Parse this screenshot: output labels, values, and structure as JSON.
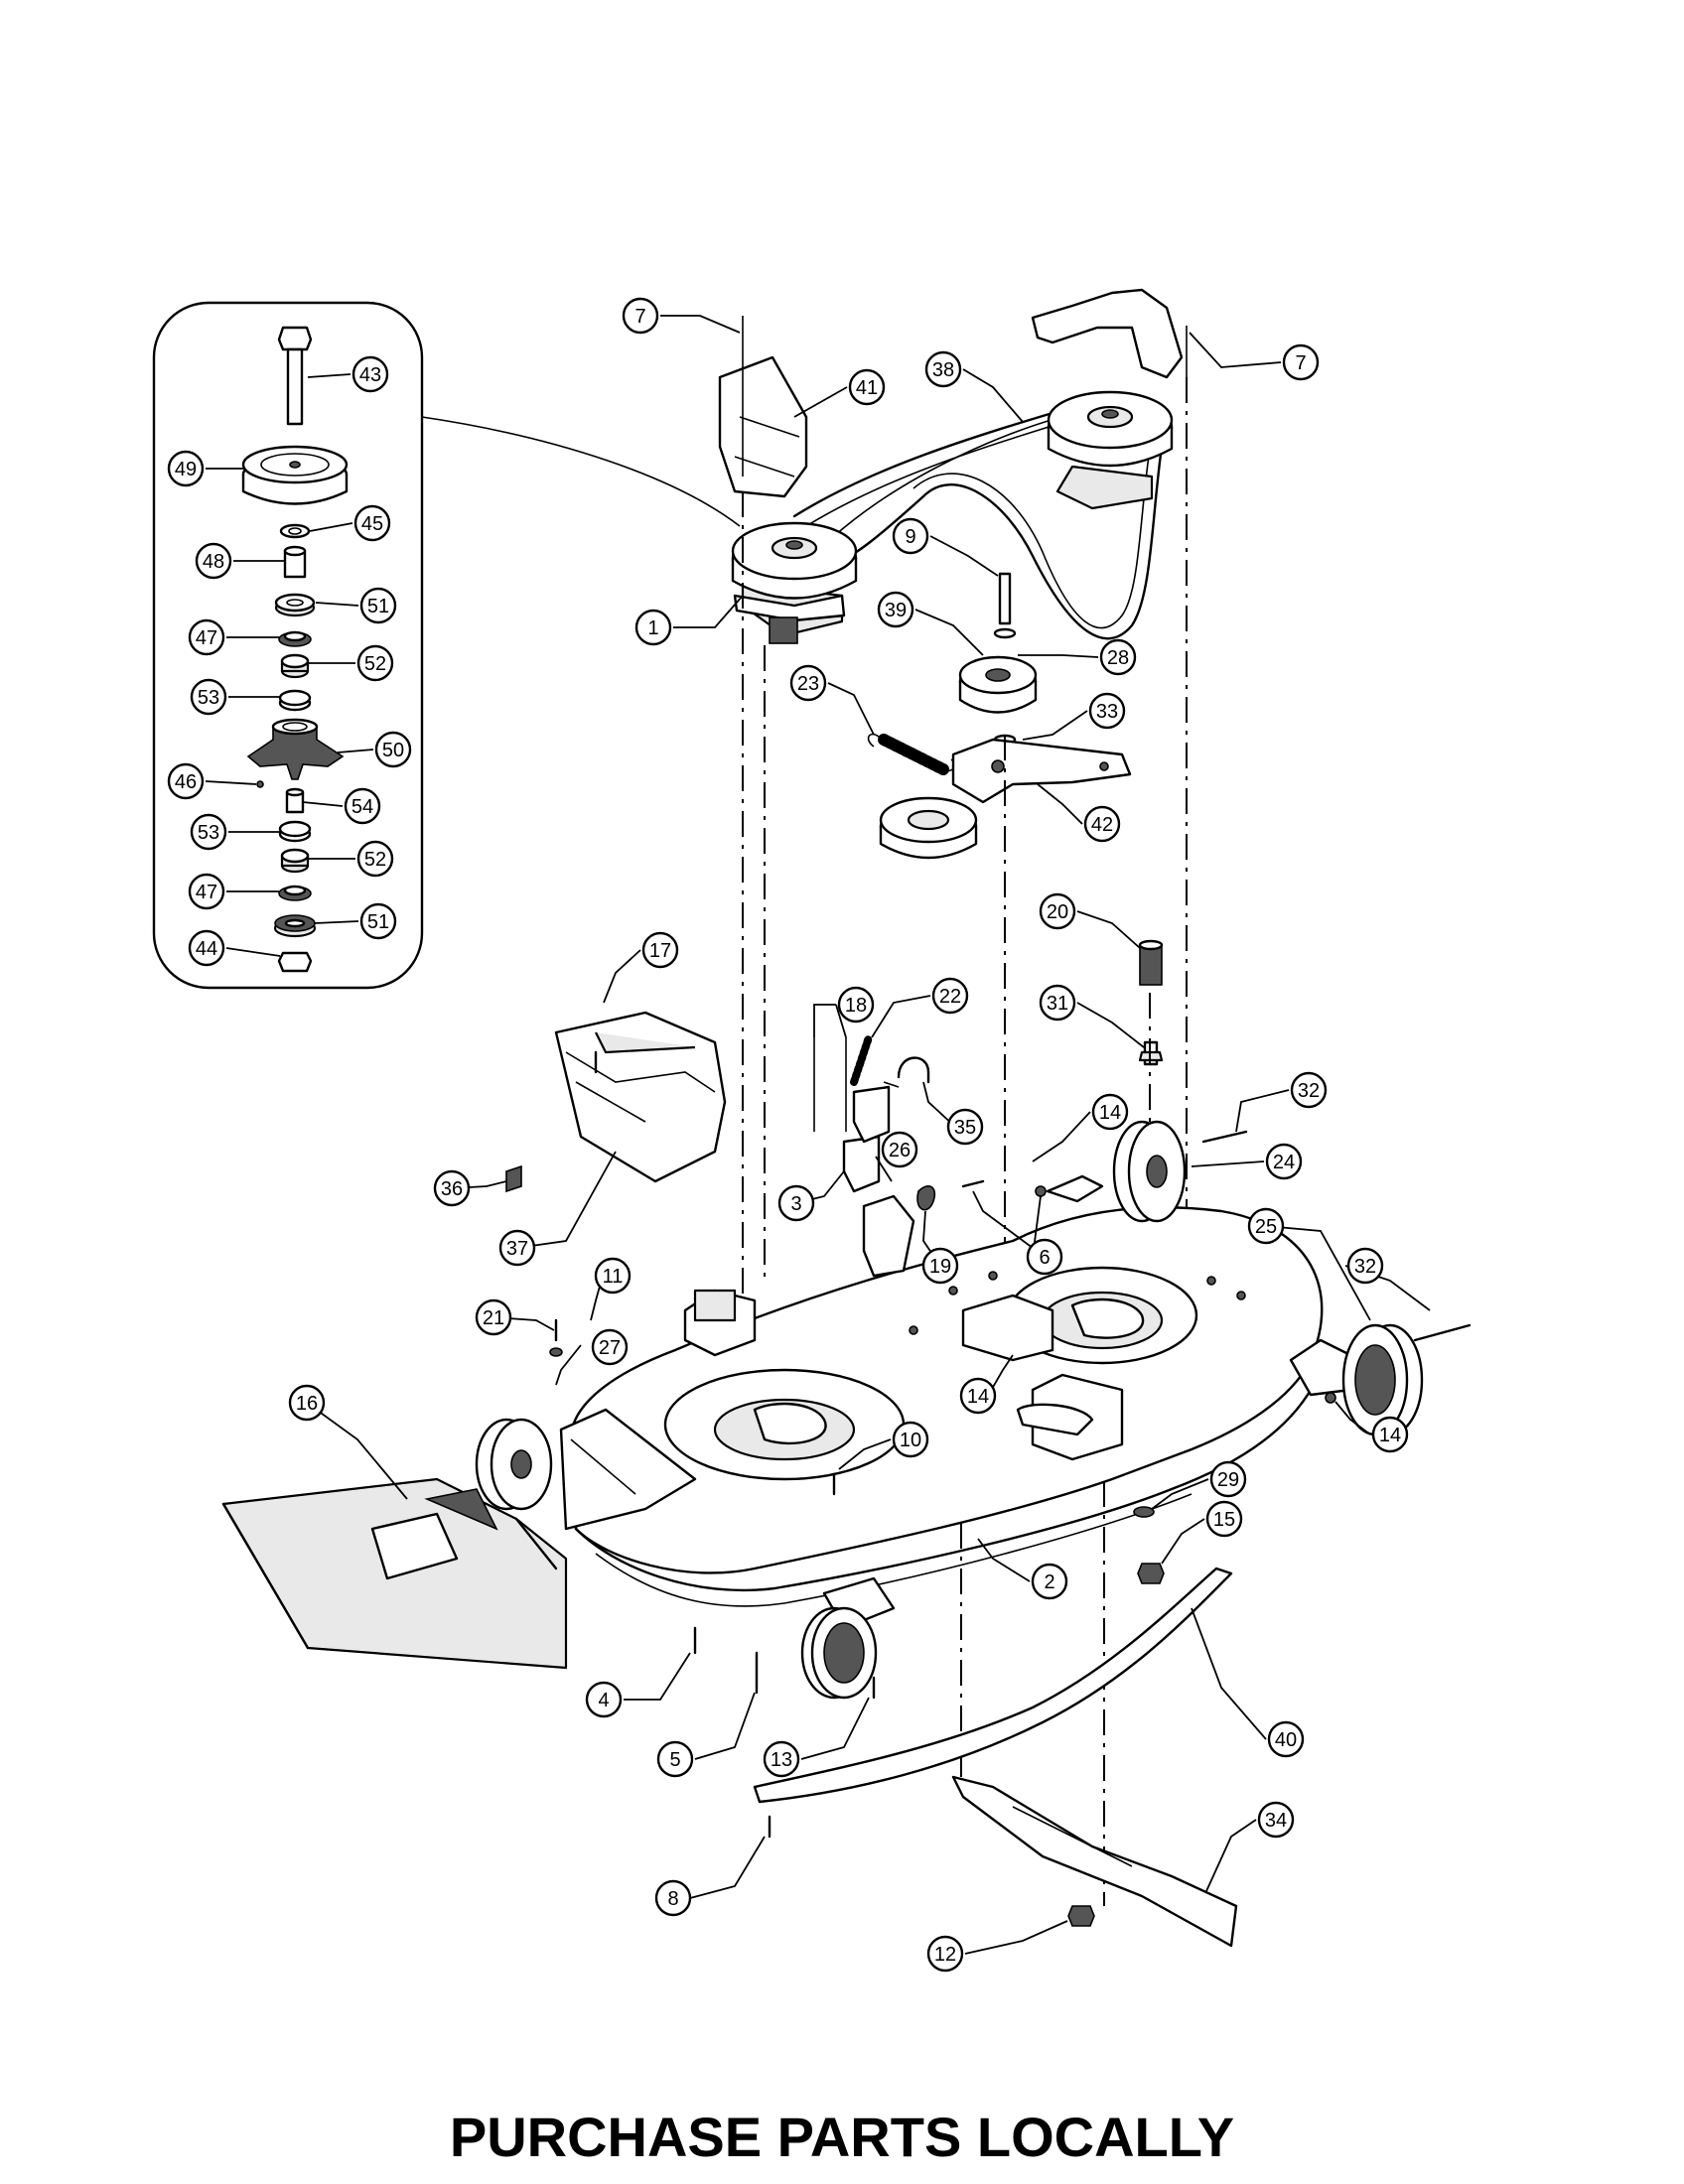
{
  "footer": "PURCHASE PARTS LOCALLY",
  "callouts": [
    {
      "id": "c7a",
      "num": "7"
    },
    {
      "id": "c7b",
      "num": "7"
    },
    {
      "id": "c41",
      "num": "41"
    },
    {
      "id": "c38",
      "num": "38"
    },
    {
      "id": "c9",
      "num": "9"
    },
    {
      "id": "c1",
      "num": "1"
    },
    {
      "id": "c39",
      "num": "39"
    },
    {
      "id": "c28",
      "num": "28"
    },
    {
      "id": "c23",
      "num": "23"
    },
    {
      "id": "c33",
      "num": "33"
    },
    {
      "id": "c42",
      "num": "42"
    },
    {
      "id": "c20",
      "num": "20"
    },
    {
      "id": "c31",
      "num": "31"
    },
    {
      "id": "c18",
      "num": "18"
    },
    {
      "id": "c22",
      "num": "22"
    },
    {
      "id": "c17",
      "num": "17"
    },
    {
      "id": "c35",
      "num": "35"
    },
    {
      "id": "c32a",
      "num": "32"
    },
    {
      "id": "c14a",
      "num": "14"
    },
    {
      "id": "c24",
      "num": "24"
    },
    {
      "id": "c26",
      "num": "26"
    },
    {
      "id": "c3",
      "num": "3"
    },
    {
      "id": "c36",
      "num": "36"
    },
    {
      "id": "c37",
      "num": "37"
    },
    {
      "id": "c19",
      "num": "19"
    },
    {
      "id": "c6",
      "num": "6"
    },
    {
      "id": "c25",
      "num": "25"
    },
    {
      "id": "c32b",
      "num": "32"
    },
    {
      "id": "c11",
      "num": "11"
    },
    {
      "id": "c21",
      "num": "21"
    },
    {
      "id": "c27",
      "num": "27"
    },
    {
      "id": "c14b",
      "num": "14"
    },
    {
      "id": "c14c",
      "num": "14"
    },
    {
      "id": "c16",
      "num": "16"
    },
    {
      "id": "c10",
      "num": "10"
    },
    {
      "id": "c29",
      "num": "29"
    },
    {
      "id": "c15",
      "num": "15"
    },
    {
      "id": "c2",
      "num": "2"
    },
    {
      "id": "c4",
      "num": "4"
    },
    {
      "id": "c40",
      "num": "40"
    },
    {
      "id": "c5",
      "num": "5"
    },
    {
      "id": "c13",
      "num": "13"
    },
    {
      "id": "c34",
      "num": "34"
    },
    {
      "id": "c8",
      "num": "8"
    },
    {
      "id": "c12",
      "num": "12"
    },
    {
      "id": "c43",
      "num": "43"
    },
    {
      "id": "c49",
      "num": "49"
    },
    {
      "id": "c45",
      "num": "45"
    },
    {
      "id": "c48",
      "num": "48"
    },
    {
      "id": "c51a",
      "num": "51"
    },
    {
      "id": "c47a",
      "num": "47"
    },
    {
      "id": "c52a",
      "num": "52"
    },
    {
      "id": "c53a",
      "num": "53"
    },
    {
      "id": "c50",
      "num": "50"
    },
    {
      "id": "c46",
      "num": "46"
    },
    {
      "id": "c54",
      "num": "54"
    },
    {
      "id": "c53b",
      "num": "53"
    },
    {
      "id": "c52b",
      "num": "52"
    },
    {
      "id": "c47b",
      "num": "47"
    },
    {
      "id": "c51b",
      "num": "51"
    },
    {
      "id": "c44",
      "num": "44"
    }
  ]
}
